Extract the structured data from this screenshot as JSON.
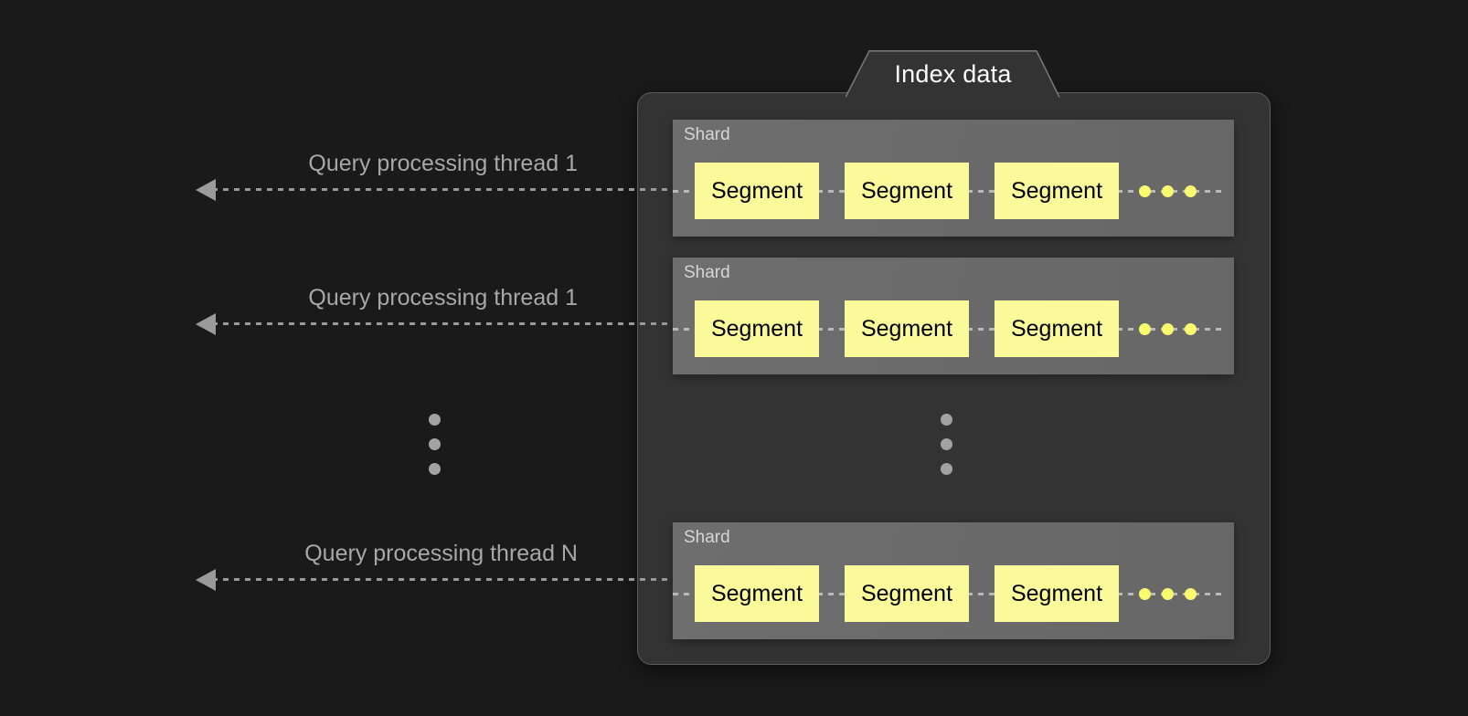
{
  "diagram": {
    "title": "Index data",
    "background_color": "#1a1a1a",
    "panel_color": "#333333",
    "shard_color": "#6b6b6b",
    "segment_color": "#fafa9b",
    "accent_dot_color": "#fafa6e",
    "line_color": "#9a9a9a",
    "label_color": "#a8a8a8"
  },
  "threads": [
    {
      "label": "Query processing thread 1"
    },
    {
      "label": "Query processing thread 1"
    },
    {
      "label": "Query processing thread N"
    }
  ],
  "shards": [
    {
      "label": "Shard",
      "segments": [
        "Segment",
        "Segment",
        "Segment"
      ],
      "ellipsis_dots": 3
    },
    {
      "label": "Shard",
      "segments": [
        "Segment",
        "Segment",
        "Segment"
      ],
      "ellipsis_dots": 3
    },
    {
      "label": "Shard",
      "segments": [
        "Segment",
        "Segment",
        "Segment"
      ],
      "ellipsis_dots": 3
    }
  ],
  "vertical_ellipsis": {
    "left_count": 3,
    "panel_count": 3
  }
}
